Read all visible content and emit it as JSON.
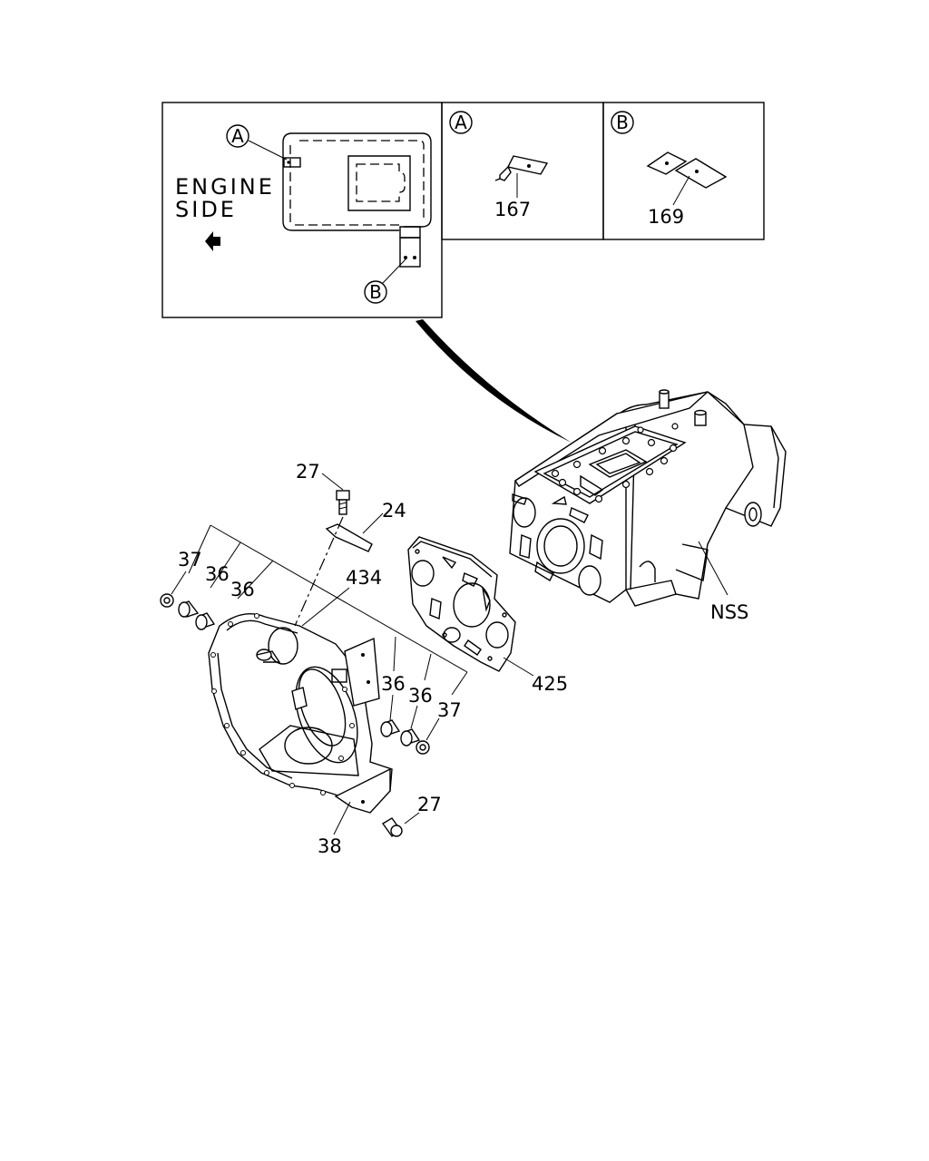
{
  "inset": {
    "engine_line1": "ENGINE",
    "engine_line2": "SIDE",
    "marker_a": "A",
    "marker_b": "B"
  },
  "detail_a": {
    "marker": "A",
    "part_number": "167"
  },
  "detail_b": {
    "marker": "B",
    "part_number": "169"
  },
  "callouts": {
    "c27_top": "27",
    "c24": "24",
    "c37_left": "37",
    "c36_left1": "36",
    "c36_left2": "36",
    "c434": "434",
    "c425": "425",
    "c36_right1": "36",
    "c36_right2": "36",
    "c37_right": "37",
    "c27_bottom": "27",
    "c38": "38",
    "nss": "NSS"
  }
}
